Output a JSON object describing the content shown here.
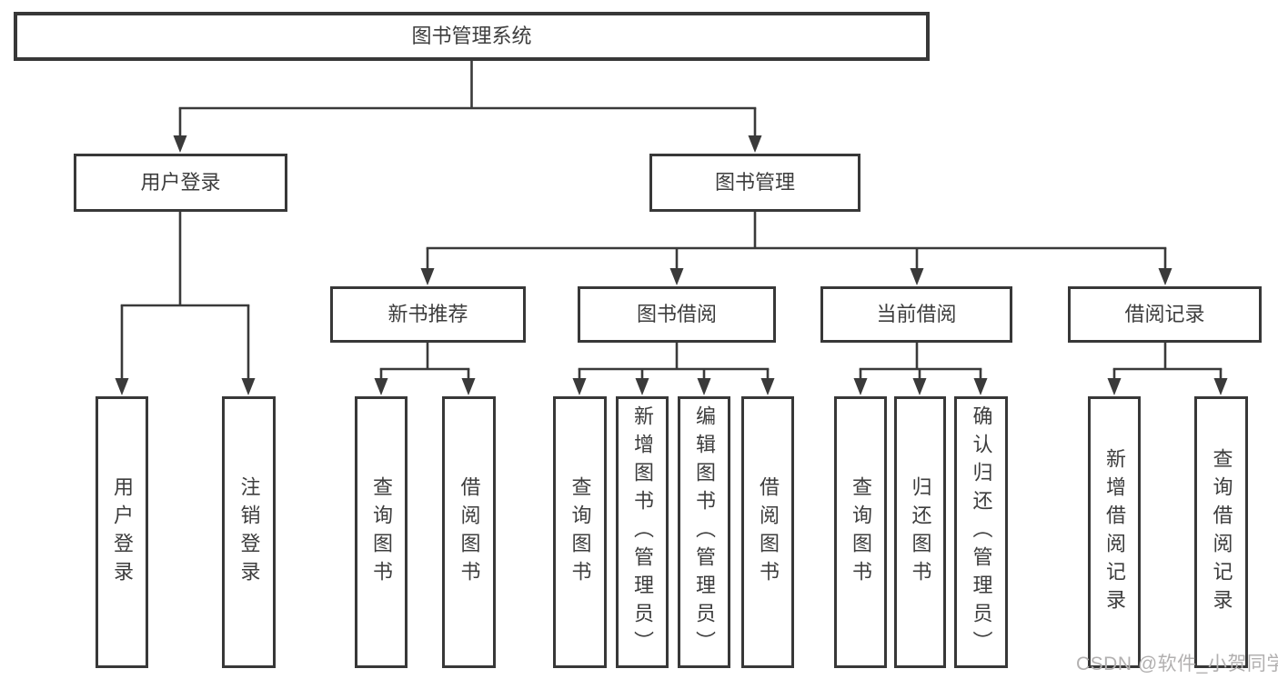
{
  "diagram": {
    "title": "图书管理系统",
    "root": {
      "label": "图书管理系统"
    },
    "level2": [
      {
        "label": "用户登录"
      },
      {
        "label": "图书管理"
      }
    ],
    "level3": [
      {
        "label": "新书推荐"
      },
      {
        "label": "图书借阅"
      },
      {
        "label": "当前借阅"
      },
      {
        "label": "借阅记录"
      }
    ],
    "leaves": [
      {
        "label": "用户登录"
      },
      {
        "label": "注销登录"
      },
      {
        "label": "查询图书"
      },
      {
        "label": "借阅图书"
      },
      {
        "label": "查询图书"
      },
      {
        "label": "新增图书（管理员）"
      },
      {
        "label": "编辑图书（管理员）"
      },
      {
        "label": "借阅图书"
      },
      {
        "label": "查询图书"
      },
      {
        "label": "归还图书"
      },
      {
        "label": "确认归还（管理员）"
      },
      {
        "label": "新增借阅记录"
      },
      {
        "label": "查询借阅记录"
      }
    ]
  },
  "watermark": "CSDN @软件_小贺同学",
  "colors": {
    "line": "#3a3a3a",
    "text": "#3d3d3d",
    "background": "#ffffff",
    "watermark": "#b2b0b0"
  }
}
